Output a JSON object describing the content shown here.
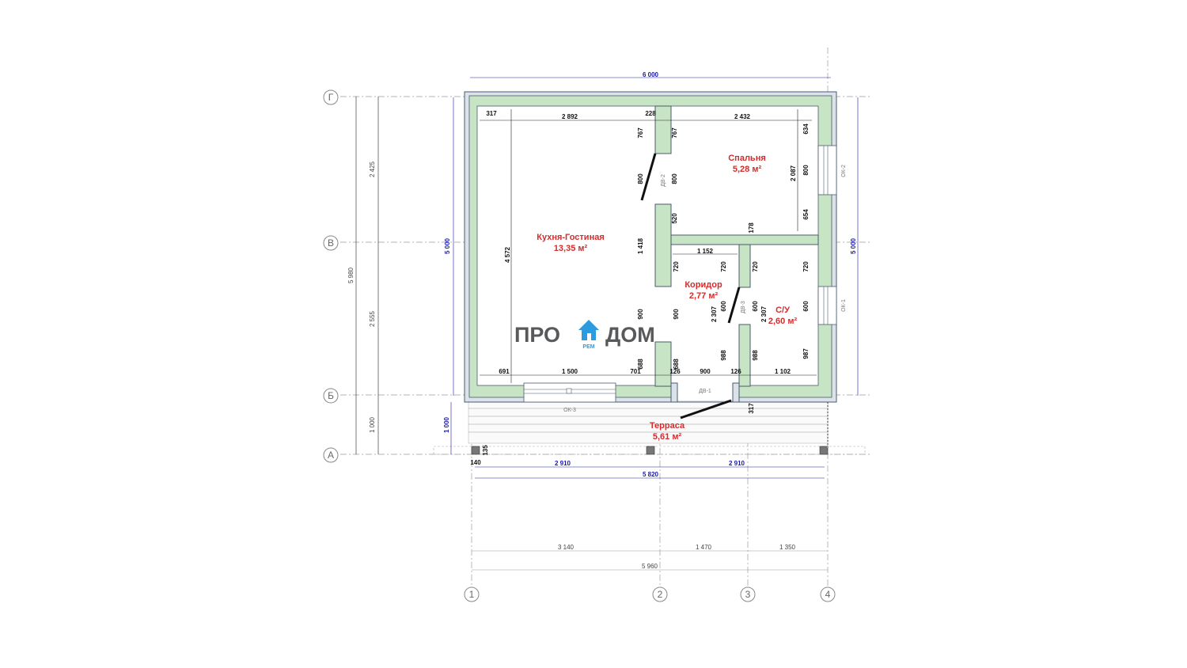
{
  "logo": {
    "left": "ПРО",
    "right": "ДОМ",
    "sub": "РЕМ"
  },
  "rooms": [
    {
      "name": "Кухня-Гостиная",
      "area": "13,35 м²"
    },
    {
      "name": "Спальня",
      "area": "5,28 м²"
    },
    {
      "name": "Коридор",
      "area": "2,77 м²"
    },
    {
      "name": "С/У",
      "area": "2,60 м²"
    },
    {
      "name": "Терраса",
      "area": "5,61 м²"
    }
  ],
  "axes": {
    "rows": [
      "Г",
      "В",
      "Б",
      "А"
    ],
    "cols": [
      "1",
      "2",
      "3",
      "4"
    ]
  },
  "marks": [
    "ДВ-2",
    "ДВ-3",
    "ДВ-1",
    "ОК-1",
    "ОК-2",
    "ОК-3"
  ],
  "dims": {
    "overall_top": "6 000",
    "overall_left": "5 000",
    "overall_right": "5 000",
    "left_chain": [
      "2 425",
      "2 555",
      "1 000"
    ],
    "left_total": "5 980",
    "left_terrace": "1 000",
    "top_inner": [
      "317",
      "2 892",
      "228",
      "2 432"
    ],
    "bottom_inner": [
      "691",
      "1 500",
      "701",
      "126",
      "900",
      "126",
      "1 102"
    ],
    "kitchen_height": "4 572",
    "wall2_left": [
      "767",
      "800",
      "1 418",
      "900",
      "688"
    ],
    "wall2_right": [
      "767",
      "800",
      "520",
      "720",
      "900",
      "688"
    ],
    "corridor_width": "1 152",
    "corridor_178": "178",
    "wall3": [
      "720",
      "600",
      "988",
      "2 307"
    ],
    "wall3b": [
      "720",
      "600",
      "988",
      "2 307"
    ],
    "bedroom_height": "2 087",
    "right_chain": [
      "634",
      "800",
      "654",
      "720",
      "600",
      "987"
    ],
    "terrace_317": "317",
    "terrace_small": [
      "140",
      "135"
    ],
    "terrace_chain": [
      "2 910",
      "2 910"
    ],
    "terrace_total": "5 820",
    "bottom_chain": [
      "3 140",
      "1 470",
      "1 350"
    ],
    "bottom_total": "5 960"
  }
}
